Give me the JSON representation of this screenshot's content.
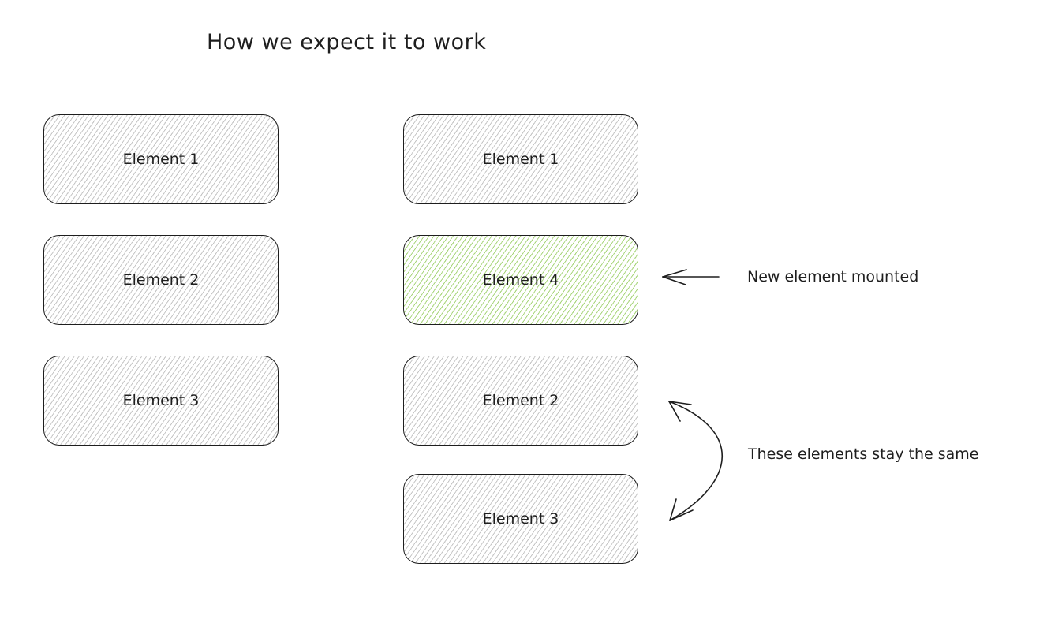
{
  "title": "How we expect it to work",
  "left_column": [
    {
      "label": "Element 1"
    },
    {
      "label": "Element 2"
    },
    {
      "label": "Element 3"
    }
  ],
  "right_column": [
    {
      "label": "Element 1"
    },
    {
      "label": "Element 4",
      "highlight": true
    },
    {
      "label": "Element 2"
    },
    {
      "label": "Element 3"
    }
  ],
  "annotations": {
    "new_element": "New element mounted",
    "same_elements": "These elements stay the same"
  },
  "colors": {
    "stroke": "#1e1e1e",
    "hatch_gray": "#969696",
    "hatch_green": "#8cc850"
  }
}
